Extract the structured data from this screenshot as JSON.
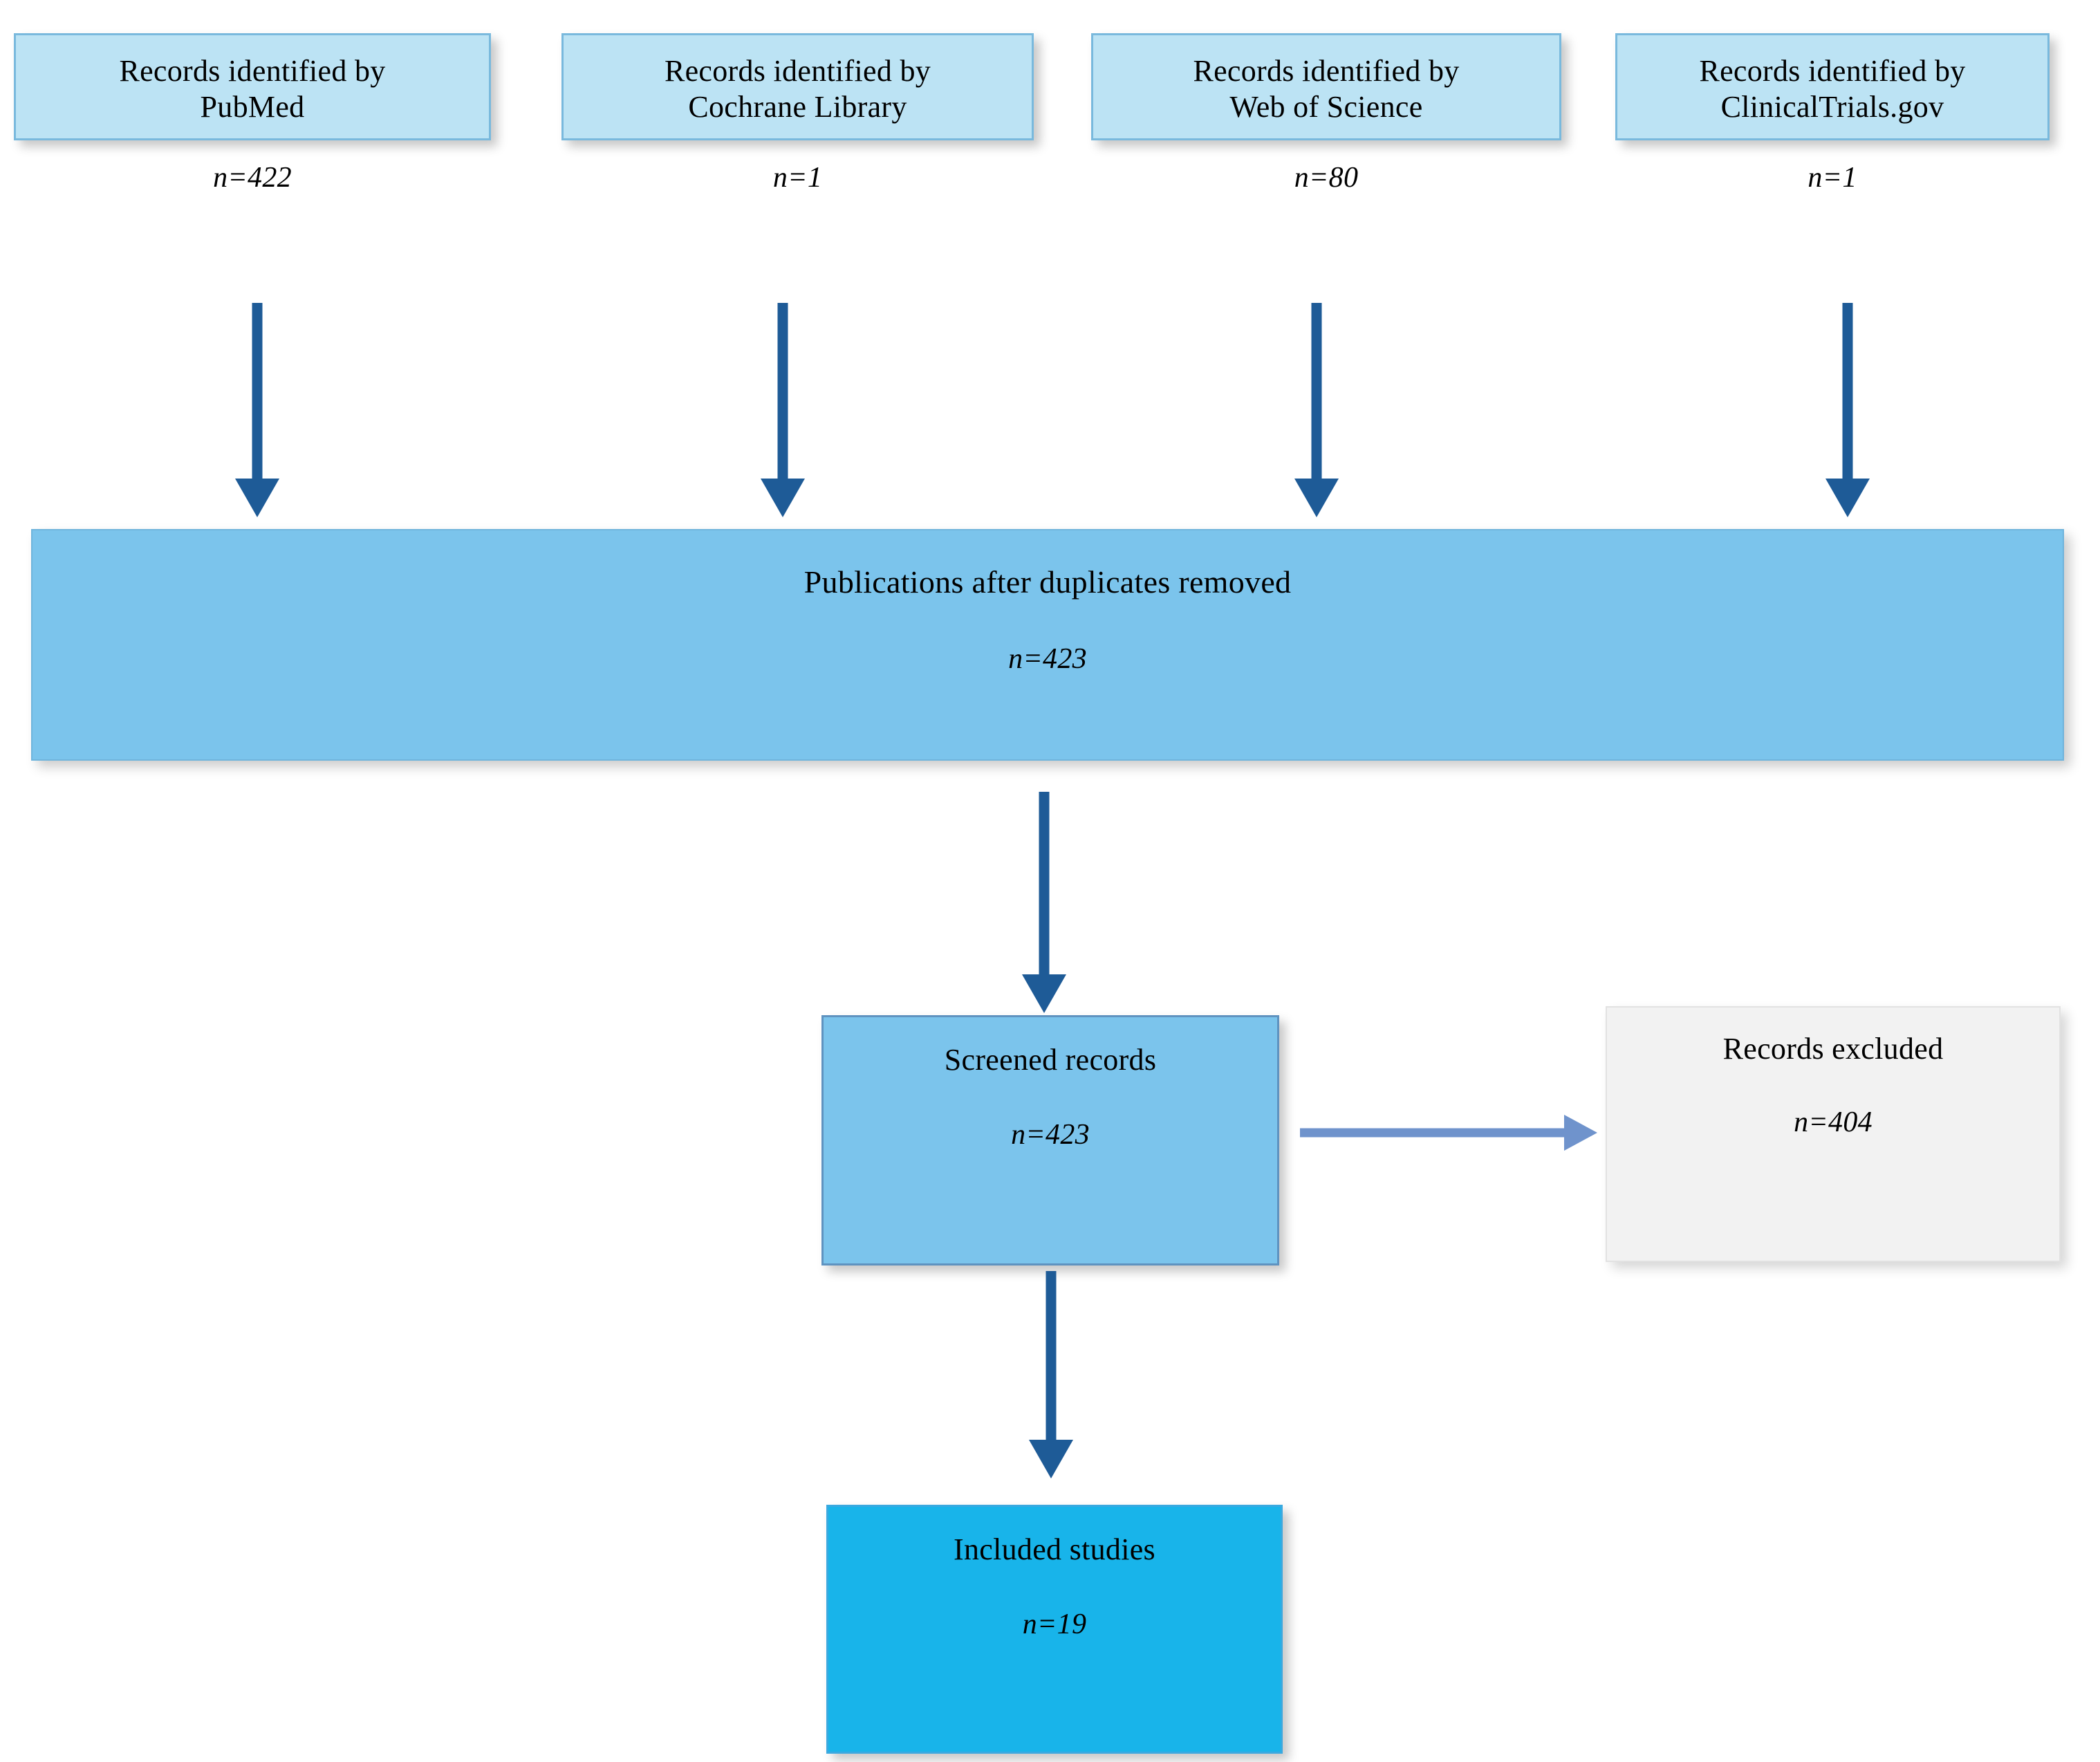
{
  "diagram": {
    "type": "prisma-flow-diagram",
    "background": "#ffffff",
    "colors": {
      "source_box_fill": "#bce3f4",
      "source_box_border": "#79b9dd",
      "wide_box_fill": "#7bc4ec",
      "screened_box_fill": "#7bc4ec",
      "excluded_box_fill": "#f2f2f2",
      "included_box_fill": "#18b4ea",
      "vertical_arrow": "#1e5b97",
      "horizontal_arrow": "#6f93cc",
      "text": "#000000"
    }
  },
  "identification": {
    "sources": [
      {
        "label": "Records identified by\nPubMed",
        "count": "n=422"
      },
      {
        "label": "Records identified by\nCochrane Library",
        "count": "n=1"
      },
      {
        "label": "Records identified by\nWeb of Science",
        "count": "n=80"
      },
      {
        "label": "Records identified by\nClinicalTrials.gov",
        "count": "n=1"
      }
    ]
  },
  "deduplication": {
    "label": "Publications after duplicates removed",
    "count": "n=423"
  },
  "screening": {
    "screened": {
      "label": "Screened records",
      "count": "n=423"
    },
    "excluded": {
      "label": "Records excluded",
      "count": "n=404"
    }
  },
  "included": {
    "label": "Included studies",
    "count": "n=19"
  },
  "chart_data": {
    "type": "diagram",
    "title": "PRISMA study-selection flow",
    "nodes": [
      {
        "id": "pubmed",
        "stage": "identification",
        "label": "Records identified by PubMed",
        "n": 422
      },
      {
        "id": "cochrane",
        "stage": "identification",
        "label": "Records identified by Cochrane Library",
        "n": 1
      },
      {
        "id": "wos",
        "stage": "identification",
        "label": "Records identified by Web of Science",
        "n": 80
      },
      {
        "id": "clinicaltrials",
        "stage": "identification",
        "label": "Records identified by ClinicalTrials.gov",
        "n": 1
      },
      {
        "id": "dedup",
        "stage": "screening",
        "label": "Publications after duplicates removed",
        "n": 423
      },
      {
        "id": "screened",
        "stage": "screening",
        "label": "Screened records",
        "n": 423
      },
      {
        "id": "excluded",
        "stage": "screening",
        "label": "Records excluded",
        "n": 404
      },
      {
        "id": "included",
        "stage": "included",
        "label": "Included studies",
        "n": 19
      }
    ],
    "edges": [
      {
        "from": "pubmed",
        "to": "dedup",
        "direction": "down"
      },
      {
        "from": "cochrane",
        "to": "dedup",
        "direction": "down"
      },
      {
        "from": "wos",
        "to": "dedup",
        "direction": "down"
      },
      {
        "from": "clinicaltrials",
        "to": "dedup",
        "direction": "down"
      },
      {
        "from": "dedup",
        "to": "screened",
        "direction": "down"
      },
      {
        "from": "screened",
        "to": "excluded",
        "direction": "right"
      },
      {
        "from": "screened",
        "to": "included",
        "direction": "down"
      }
    ]
  }
}
